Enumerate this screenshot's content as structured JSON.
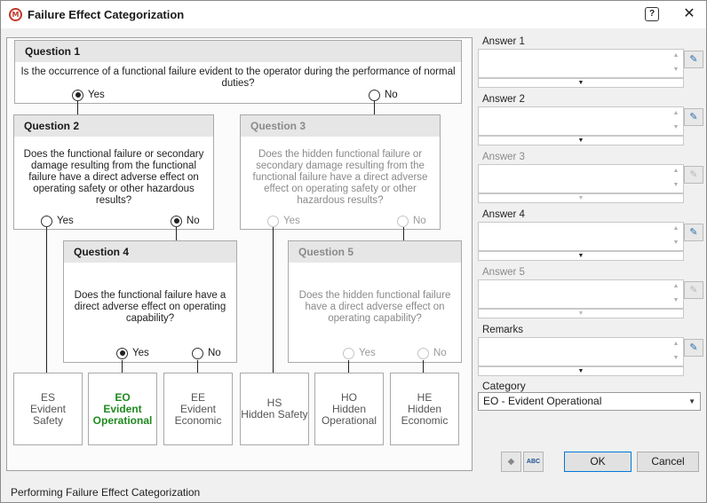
{
  "window": {
    "title": "Failure Effect Categorization",
    "app_icon_glyph": "M",
    "help_glyph": "?",
    "close_glyph": "✕"
  },
  "flow": {
    "q1": {
      "title": "Question 1",
      "text": "Is the occurrence of a functional failure evident to the operator during the performance of normal duties?",
      "yes": "Yes",
      "no": "No",
      "selected": "yes"
    },
    "q2": {
      "title": "Question 2",
      "text": "Does the functional failure or secondary damage resulting from the functional failure have a direct adverse effect on operating safety or other hazardous results?",
      "yes": "Yes",
      "no": "No",
      "selected": "no"
    },
    "q3": {
      "title": "Question 3",
      "text": "Does the hidden functional failure or secondary damage resulting from the functional failure have a direct adverse effect on operating safety or other hazardous results?",
      "yes": "Yes",
      "no": "No",
      "enabled": false
    },
    "q4": {
      "title": "Question 4",
      "text": "Does the functional failure have a direct adverse effect on operating capability?",
      "yes": "Yes",
      "no": "No",
      "selected": "yes"
    },
    "q5": {
      "title": "Question 5",
      "text": "Does the hidden functional failure have a direct adverse effect on operating capability?",
      "yes": "Yes",
      "no": "No",
      "enabled": false
    },
    "categories": [
      {
        "code": "ES",
        "name": "Evident Safety"
      },
      {
        "code": "EO",
        "name": "Evident Operational",
        "selected": true
      },
      {
        "code": "EE",
        "name": "Evident Economic"
      },
      {
        "code": "HS",
        "name": "Hidden Safety"
      },
      {
        "code": "HO",
        "name": "Hidden Operational"
      },
      {
        "code": "HE",
        "name": "Hidden Economic"
      }
    ]
  },
  "side": {
    "answers": [
      {
        "label": "Answer 1",
        "enabled": true
      },
      {
        "label": "Answer 2",
        "enabled": true
      },
      {
        "label": "Answer 3",
        "enabled": false
      },
      {
        "label": "Answer 4",
        "enabled": true
      },
      {
        "label": "Answer 5",
        "enabled": false
      }
    ],
    "remarks_label": "Remarks",
    "category_label": "Category",
    "category_value": "EO - Evident Operational",
    "spin_up": "▲",
    "spin_down": "▼",
    "dropdown_arrow": "▼",
    "edit_icon_glyph": "✎"
  },
  "footer": {
    "eraser_glyph": "◆",
    "spellcheck_glyph": "ABC",
    "ok_label": "OK",
    "cancel_label": "Cancel"
  },
  "status": {
    "text": "Performing Failure Effect Categorization"
  },
  "colors": {
    "selected_category": "#1f8a1f",
    "accent": "#0078d7",
    "icon_red": "#c0392b"
  }
}
